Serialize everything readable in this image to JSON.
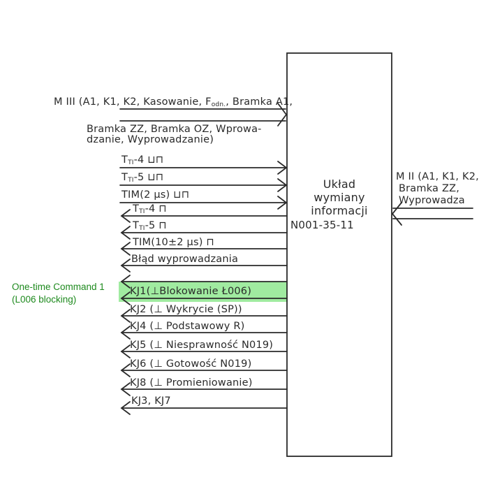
{
  "diagram": {
    "block": {
      "title_lines": [
        "Układ",
        "wymiany",
        "informacji"
      ],
      "code": "N001-35-11"
    },
    "top_input": {
      "line1": "M III (A1, K1, K2, Kasowanie, F",
      "line1_sub": "odn.",
      "line1_end": ", Bramka A1,",
      "line2": "Bramka ZZ, Bramka OZ, Wprowa-",
      "line3": "dzanie, Wyprowadzanie)"
    },
    "right_input": {
      "line1": "M II (A1, K1, K2,",
      "line2": "Bramka ZZ,",
      "line3": "Wyprowadzа"
    },
    "inputs": [
      {
        "label": "T",
        "sub": "TI",
        "rest": "-4 ⊔⊓",
        "pulse": "negative",
        "direction": "in"
      },
      {
        "label": "T",
        "sub": "TI",
        "rest": "-5 ⊔⊓",
        "pulse": "negative",
        "direction": "in"
      },
      {
        "label": "TIM(2 μs)",
        "sub": "",
        "rest": " ⊔⊓",
        "pulse": "negative",
        "direction": "in"
      }
    ],
    "outputs": [
      {
        "label": "T",
        "sub": "TI",
        "rest": "-4 ⊓",
        "direction": "out"
      },
      {
        "label": "T",
        "sub": "TI",
        "rest": "-5 ⊓",
        "direction": "out"
      },
      {
        "label": "TIM(10±2 μs) ⊓",
        "direction": "out"
      },
      {
        "label": "Błąd wyprowadzania",
        "direction": "out"
      },
      {
        "label": "KJ1(⊥Blokowanie Ł006)",
        "direction": "out",
        "highlighted": true
      },
      {
        "label": "KJ2 (⊥ Wykrycie (SP))",
        "direction": "out"
      },
      {
        "label": "KJ4 (⊥ Podstawowy R)",
        "direction": "out"
      },
      {
        "label": "KJ5 (⊥ Niesprawność N019)",
        "direction": "out"
      },
      {
        "label": "KJ6 (⊥ Gotowość N019)",
        "direction": "out"
      },
      {
        "label": "KJ8 (⊥ Promieniowanie)",
        "direction": "out"
      },
      {
        "label": "KJ3, KJ7",
        "direction": "out"
      }
    ],
    "annotation": {
      "line1": "One-time Command 1",
      "line2": "(L006 blocking)",
      "color": "#1e8a1e",
      "highlight_color": "#8fe88f"
    }
  }
}
